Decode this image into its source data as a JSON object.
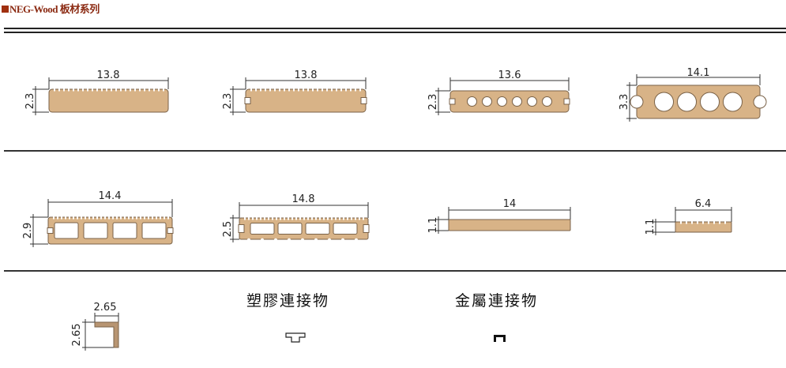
{
  "header": {
    "title": "NEG-Wood 板材系列"
  },
  "colors": {
    "wood": "#d8b387",
    "outline": "#7a6248",
    "title": "#8b2a12"
  },
  "rows": [
    [
      {
        "name": "solid-grooved-board",
        "width": "13.8",
        "height": "2.3"
      },
      {
        "name": "solid-side-groove-board",
        "width": "13.8",
        "height": "2.3"
      },
      {
        "name": "round-hole-board-small",
        "width": "13.6",
        "height": "2.3"
      },
      {
        "name": "round-hole-board-large",
        "width": "14.1",
        "height": "3.3"
      }
    ],
    [
      {
        "name": "square-hole-board",
        "width": "14.4",
        "height": "2.9"
      },
      {
        "name": "square-hole-board-thin",
        "width": "14.8",
        "height": "2.5"
      },
      {
        "name": "flat-strip",
        "width": "14",
        "height": "1.1"
      },
      {
        "name": "narrow-grooved-strip",
        "width": "6.4",
        "height": "1.1"
      }
    ]
  ],
  "accessories": {
    "angle": {
      "width": "2.65",
      "height": "2.65"
    },
    "plastic_connector": "塑膠連接物",
    "metal_connector": "金屬連接物"
  }
}
